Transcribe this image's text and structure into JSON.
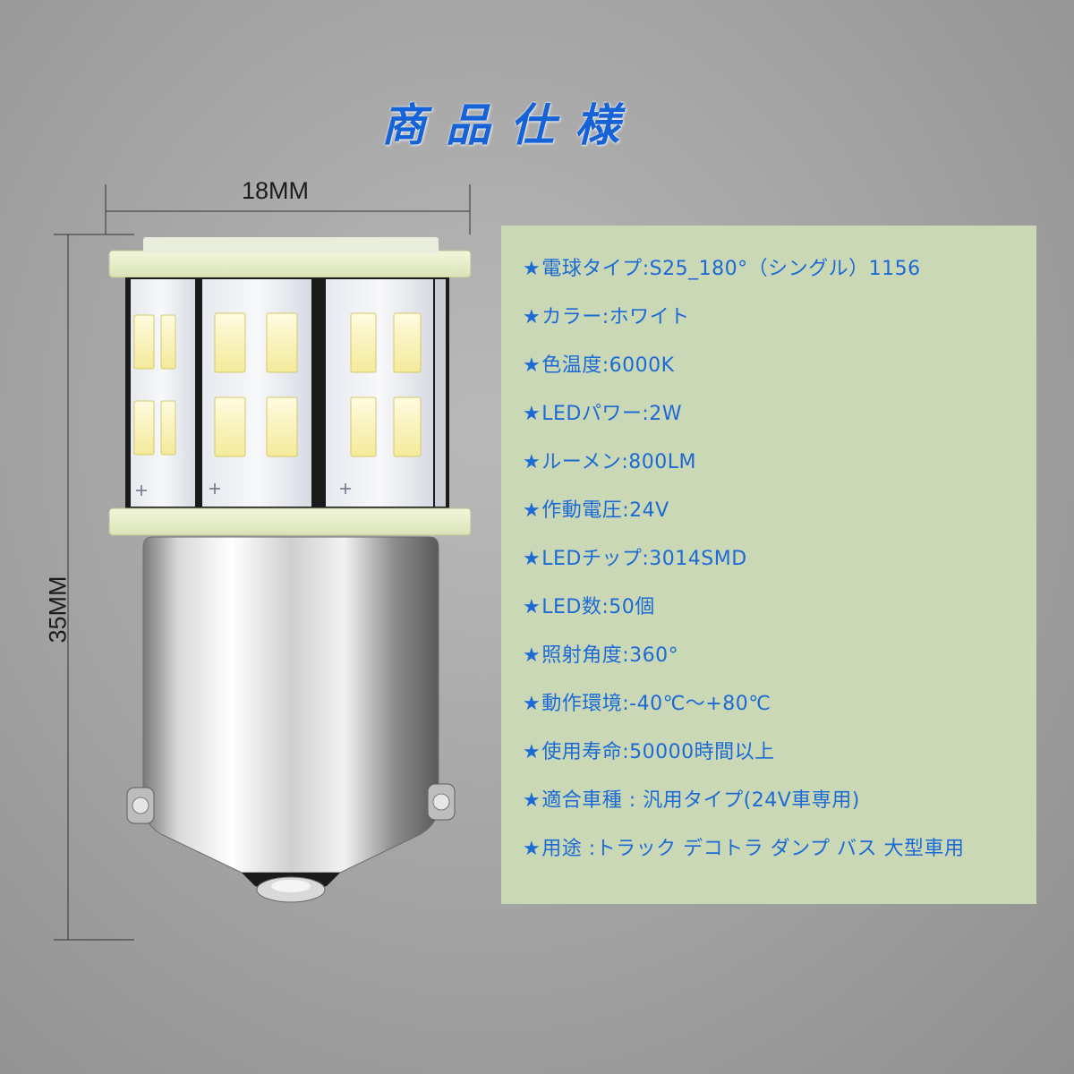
{
  "title": "商品仕様",
  "dimensions": {
    "width_label": "18MM",
    "height_label": "35MM"
  },
  "specs": [
    {
      "label": "電球タイプ",
      "value": "S25_180°（シングル）1156"
    },
    {
      "label": "カラー",
      "value": "ホワイト"
    },
    {
      "label": "色温度",
      "value": "6000K"
    },
    {
      "label": "LEDパワー",
      "value": "2W"
    },
    {
      "label": "ルーメン",
      "value": "800LM"
    },
    {
      "label": "作動電圧",
      "value": "24V"
    },
    {
      "label": "LEDチップ",
      "value": "3014SMD"
    },
    {
      "label": "LED数",
      "value": "50個"
    },
    {
      "label": "照射角度",
      "value": "360°"
    },
    {
      "label": "動作環境",
      "value": "-40℃～+80℃"
    },
    {
      "label": "使用寿命",
      "value": "50000時間以上"
    },
    {
      "label": "適合車種",
      "value": "汎用タイプ(24V車専用)"
    },
    {
      "label": "用途",
      "value": "トラック デコトラ ダンプ バス 大型車用"
    }
  ],
  "colors": {
    "title": "#1663d8",
    "spec_text": "#1b6ad6",
    "panel_bg": "#cbd8b6"
  }
}
